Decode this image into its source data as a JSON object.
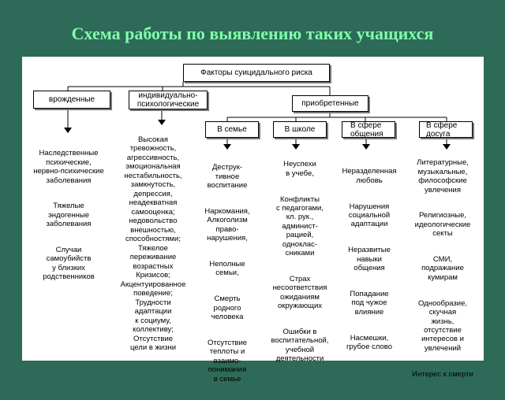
{
  "title": "Схема работы по выявлению таких учащихся",
  "root": "Факторы суицидального риска",
  "categories": {
    "innate": "врожденные",
    "individual": "индивидуально-\nпсихологические",
    "acquired": "приобретенные"
  },
  "acquired_sub": {
    "family": "В семье",
    "school": "В школе",
    "communication": "В сфере\nобщения",
    "leisure": "В сфере\nдосуга"
  },
  "lists": {
    "innate": [
      "Наследственные\nпсихические,\nнервно-психические\nзаболевания",
      "Тяжелые\nэндогенные\nзаболевания",
      "Случаи\nсамоубийств\nу близких\nродственников"
    ],
    "individual": [
      "Высокая\nтревожность,\nагрессивность,\nэмоциональная\nнестабильность,\nзамкнутость,\nдепрессия,\nнеадекватная\nсамооценка;\nнедовольство\nвнешностью,\nспособностями;\nТяжелое\nпереживание\nвозрастных\nКризисов;\nАкцентуированное\nповедение;\nТрудности\nадаптации\nк социуму,\nколлективу;\nОтсутствие\nцели в жизни"
    ],
    "family": [
      "Деструк-\nтивное\nвоспитание",
      "Наркомания,\nАлкоголизм\nправо-\nнарушения,",
      "Неполные\nсемьи,",
      "Смерть\nродного\nчеловека",
      "Отсутствие\nтеплоты и\nвзаимо-\nпонимания\nв семье"
    ],
    "school": [
      "Неуспехи\nв учебе,",
      "Конфликты\nс педагогами,\nкл. рук.,\nадминист-\nрацией,\nодноклас-\nсниками",
      "Страх\nнесоответствия\nожиданиям\nокружающих",
      "Ошибки в\nвоспитательной,\nучебной\nдеятельности"
    ],
    "communication": [
      "Неразделенная\nлюбовь",
      "Нарушения\nсоциальной\nадаптации",
      "Неразвитые\nнавыки\nобщения",
      "Попадание\nпод чужое\nвлияние",
      "Насмешки,\nгрубое слово"
    ],
    "leisure": [
      "Литературные,\nмузыкальные,\nфилософские\nувлечения",
      "Религиозные,\nидеологические\nсекты",
      "СМИ,\nподражание\nкумирам",
      "Однообразие,\nскучная\nжизнь,\nотсутствие\nинтересов и\nувлечений",
      "Интерес к смерти"
    ]
  }
}
